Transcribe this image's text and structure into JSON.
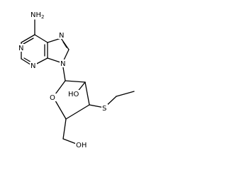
{
  "labels": {
    "nh2": "NH",
    "nh2_sub": "2",
    "n_purine_1": "N",
    "n_purine_3": "N",
    "n_purine_7": "N",
    "n_purine_9": "N",
    "ho": "HO",
    "o_ring": "O",
    "s": "S",
    "oh": "OH"
  }
}
